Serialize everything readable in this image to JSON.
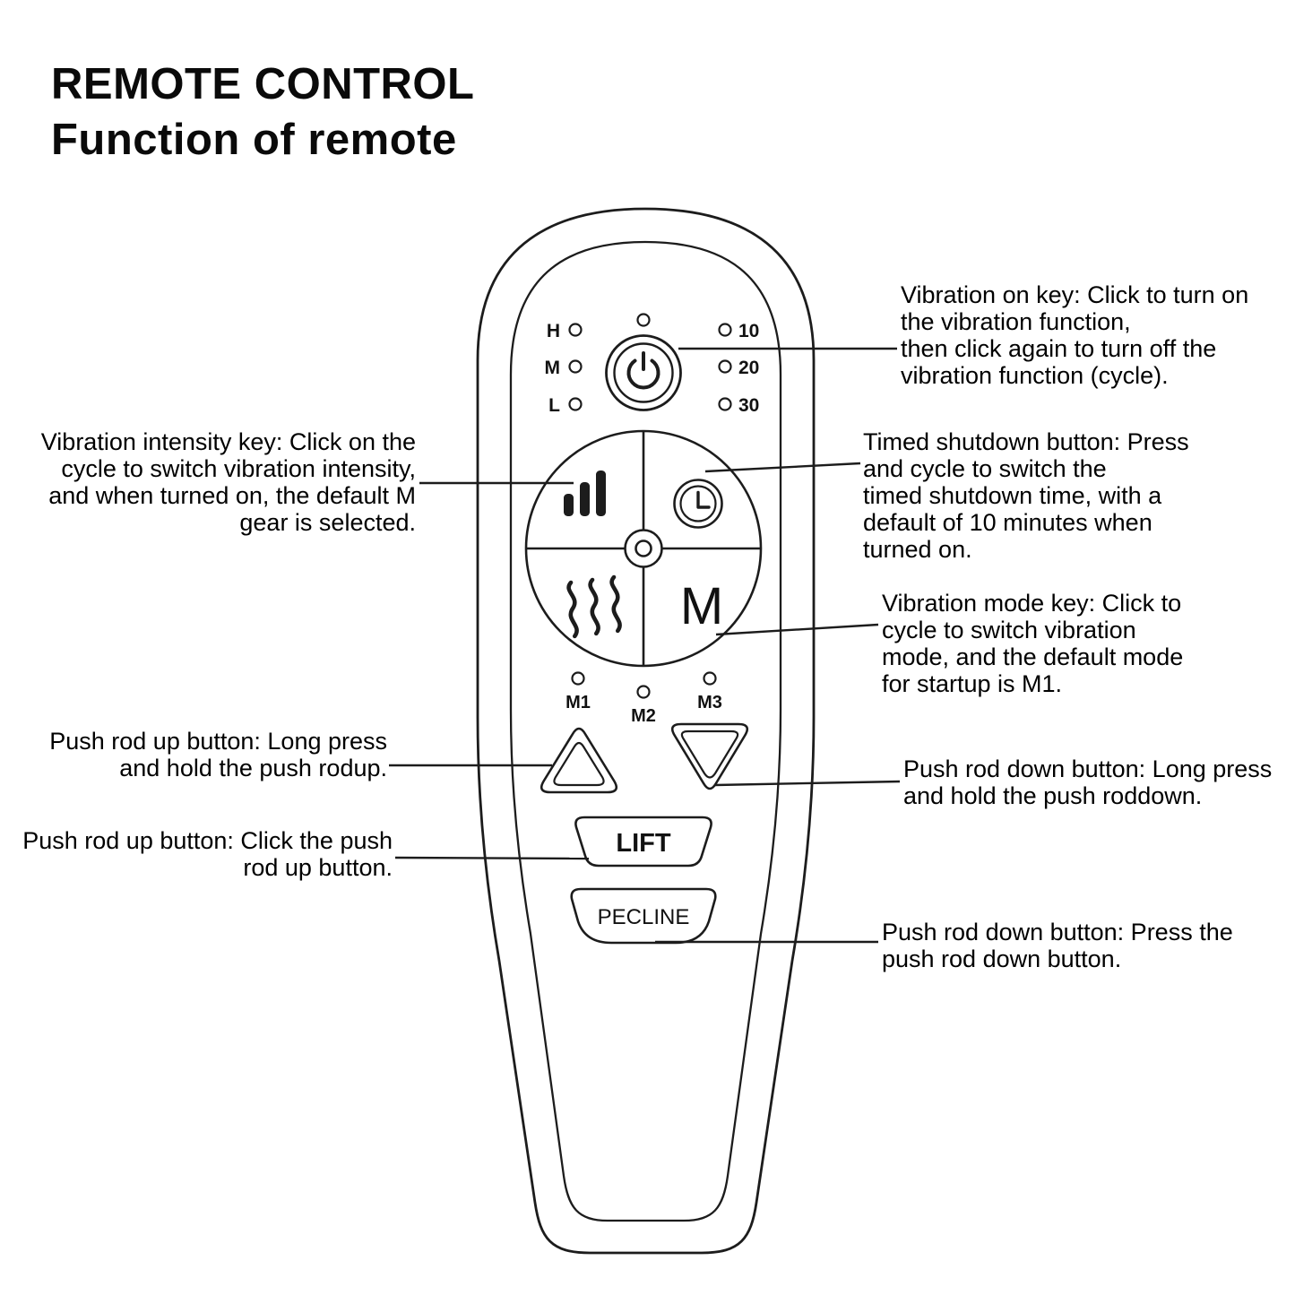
{
  "title": {
    "line1": "REMOTE CONTROL",
    "line2": "Function of remote"
  },
  "remote": {
    "intensity_leds": {
      "h": "H",
      "m": "M",
      "l": "L"
    },
    "timer_leds": {
      "t10": "10",
      "t20": "20",
      "t30": "30"
    },
    "mode_leds": {
      "m1": "M1",
      "m2": "M2",
      "m3": "M3"
    },
    "mode_letter": "M",
    "lift_label": "LIFT",
    "pecline_label": "PECLINE"
  },
  "annotations": {
    "vibration_on": "Vibration on key: Click to turn on\nthe vibration function,\nthen click again to turn off the\nvibration function (cycle).",
    "vibration_intensity": "Vibration intensity key: Click on the\ncycle to switch vibration intensity,\nand when turned on, the default M\ngear is selected.",
    "timed_shutdown": "Timed shutdown button: Press\nand cycle to switch the\ntimed shutdown time, with a\ndefault of 10 minutes when\nturned on.",
    "vibration_mode": "Vibration mode key: Click to\ncycle to switch vibration\nmode, and the default mode\nfor startup is M1.",
    "push_up_long": "Push rod up button: Long press\nand hold the push rodup.",
    "push_up_click": "Push rod up button: Click the push\nrod up button.",
    "push_down_long": "Push rod down button: Long press\nand hold the push roddown.",
    "push_down_press": "Push rod down button: Press the\npush rod down button."
  },
  "colors": {
    "line": "#1c1c1c",
    "text": "#000000",
    "background": "#ffffff"
  }
}
